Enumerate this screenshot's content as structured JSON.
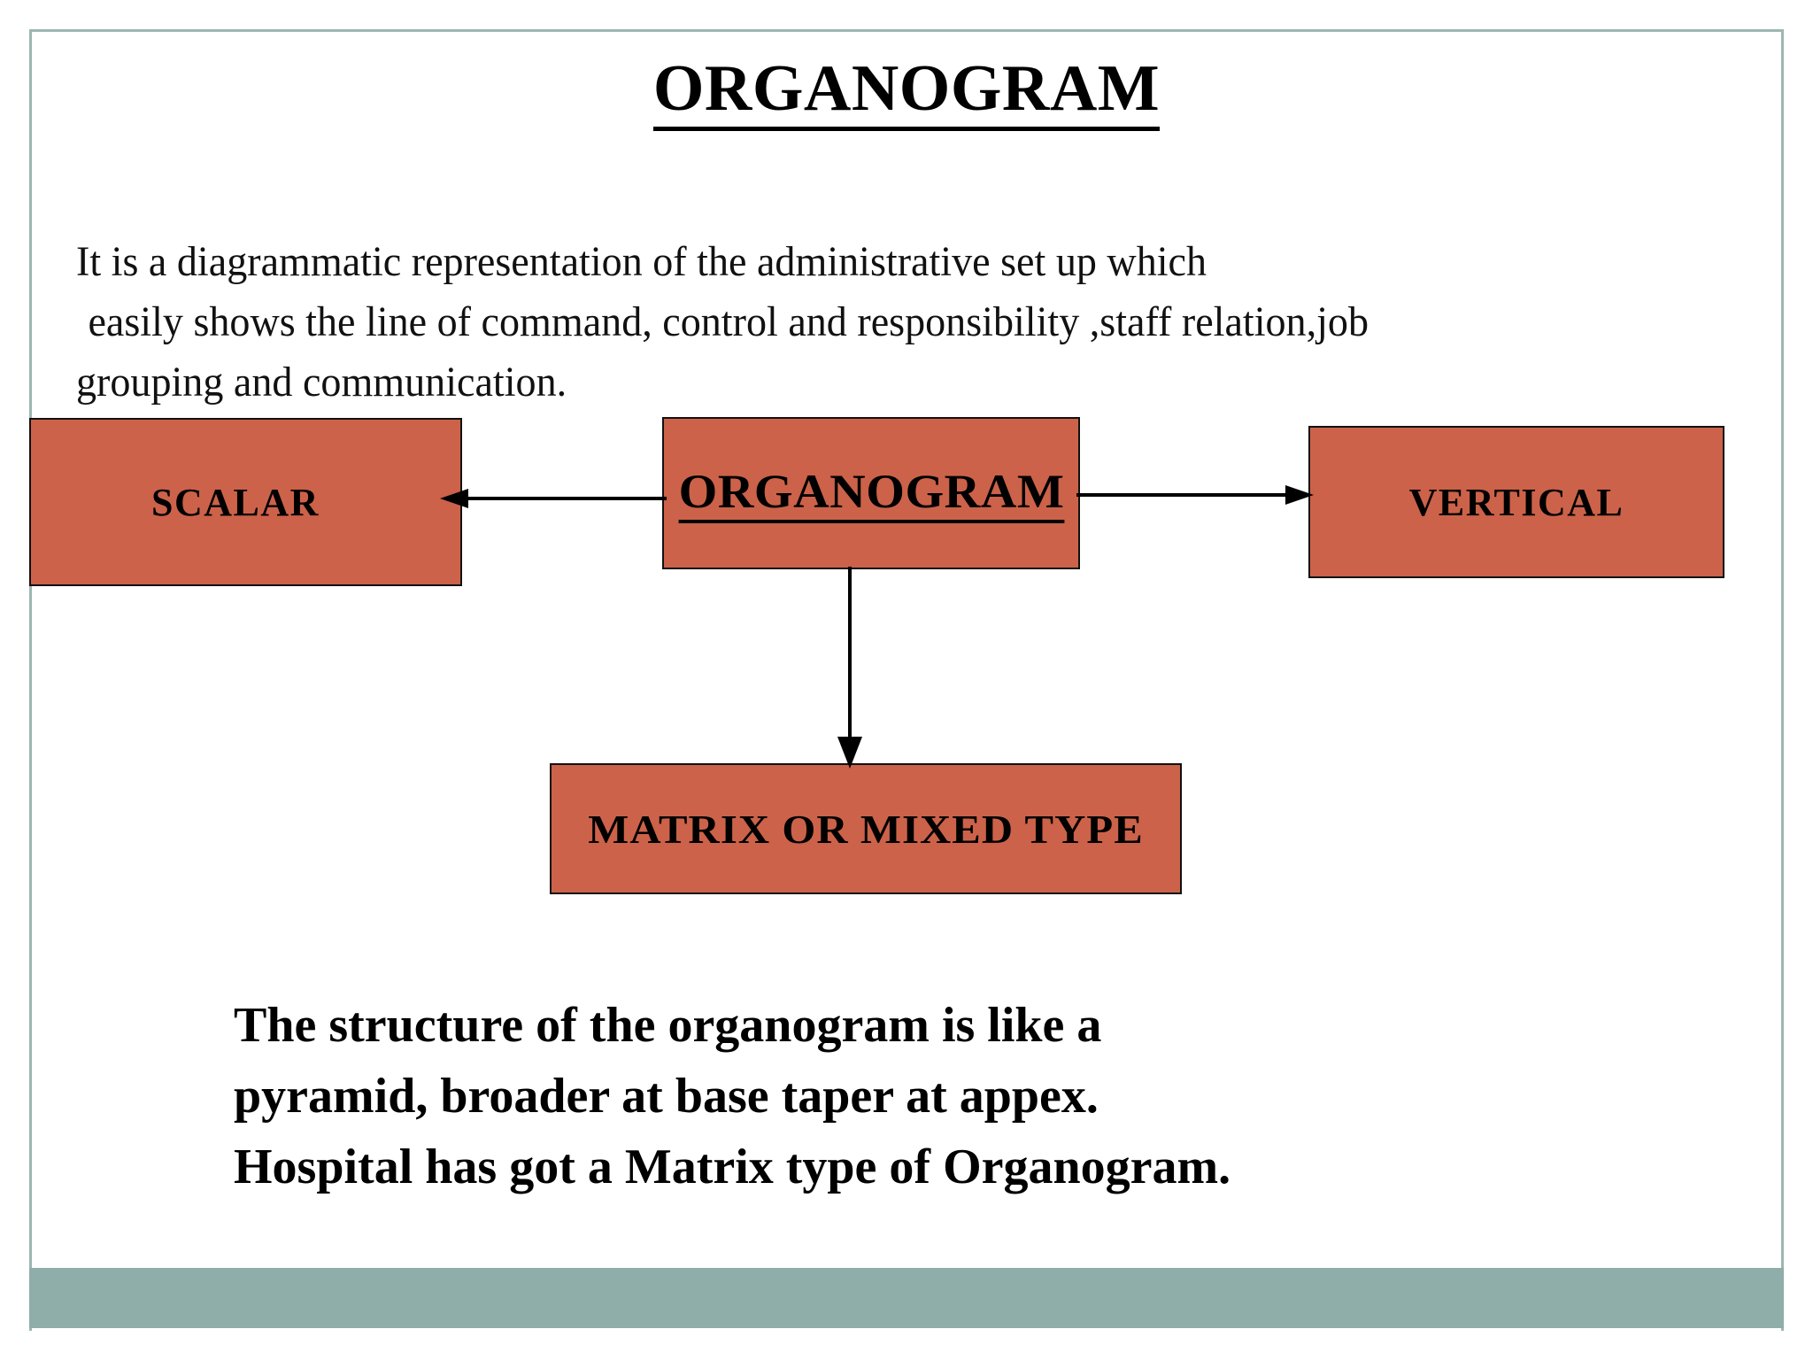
{
  "slide": {
    "title": "ORGANOGRAM",
    "background_color": "#FFFFFF",
    "frame_color": "#9DB6B1",
    "bottom_bar_color": "#8FADA9",
    "box_fill_color": "#CC6249",
    "box_border_color": "#111111",
    "text_color": "#000000"
  },
  "intro": {
    "line1": "It is a diagrammatic representation of the administrative set up which",
    "line2": "easily shows the line of command, control and responsibility ,staff relation,job",
    "line3": "grouping and communication."
  },
  "diagram": {
    "center": {
      "label": "ORGANOGRAM"
    },
    "branches": [
      {
        "label": "SCALAR",
        "direction": "left"
      },
      {
        "label": "VERTICAL",
        "direction": "right"
      },
      {
        "label": "MATRIX OR MIXED TYPE",
        "direction": "down"
      }
    ],
    "connectors": [
      {
        "name": "arrow-left",
        "from": "ORGANOGRAM",
        "to": "SCALAR"
      },
      {
        "name": "arrow-right",
        "from": "ORGANOGRAM",
        "to": "VERTICAL"
      },
      {
        "name": "arrow-down",
        "from": "ORGANOGRAM",
        "to": "MATRIX OR MIXED TYPE"
      }
    ]
  },
  "closing": {
    "line1": "The structure of the organogram is like a",
    "line2": "pyramid, broader at base taper at appex.",
    "line3": "Hospital has got a Matrix type of Organogram."
  }
}
